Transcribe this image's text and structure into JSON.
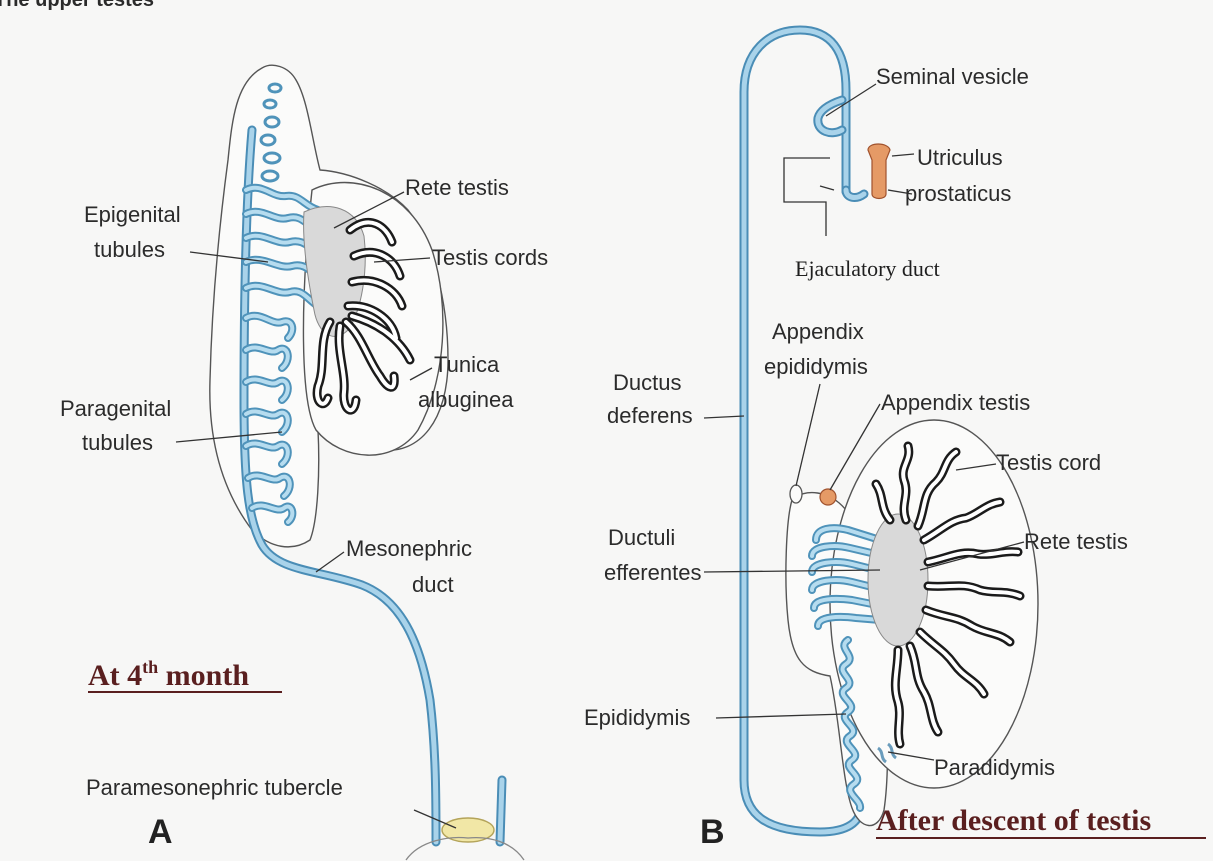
{
  "header_text": "The upper testes",
  "panel_a": {
    "letter": "A",
    "title_prefix": "At 4",
    "title_sup": "th",
    "title_suffix": " month",
    "labels": {
      "rete_testis": "Rete testis",
      "epigenital_1": "Epigenital",
      "epigenital_2": "tubules",
      "testis_cords": "Testis cords",
      "tunica_1": "Tunica",
      "tunica_2": "albuginea",
      "paragenital_1": "Paragenital",
      "paragenital_2": "tubules",
      "mesonephric_1": "Mesonephric",
      "mesonephric_2": "duct",
      "paramesonephric": "Paramesonephric tubercle"
    }
  },
  "panel_b": {
    "letter": "B",
    "title": "After descent of testis",
    "labels": {
      "seminal_vesicle": "Seminal vesicle",
      "utriculus_1": "Utriculus",
      "utriculus_2": "prostaticus",
      "ejaculatory_duct": "Ejaculatory duct",
      "appendix_epi_1": "Appendix",
      "appendix_epi_2": "epididymis",
      "ductus_1": "Ductus",
      "ductus_2": "deferens",
      "appendix_testis": "Appendix testis",
      "testis_cord": "Testis cord",
      "ductuli_1": "Ductuli",
      "ductuli_2": "efferentes",
      "rete_testis": "Rete testis",
      "epididymis": "Epididymis",
      "paradidymis": "Paradidymis"
    }
  },
  "colors": {
    "duct": "#4a8db6",
    "cord": "#1b1b1b",
    "accent_title": "#5a1f1f",
    "orange": "#e59a66"
  }
}
